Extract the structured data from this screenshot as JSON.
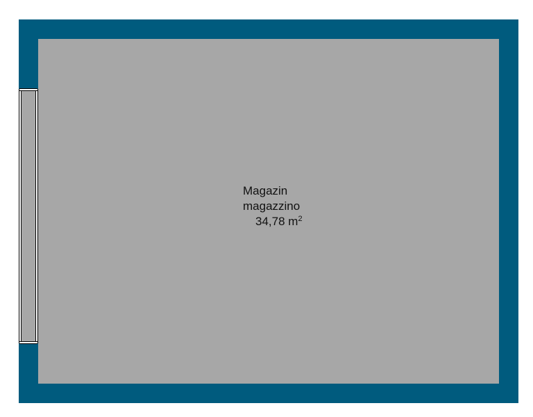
{
  "room": {
    "name": "Magazin",
    "type": "magazzino",
    "area_value": "34,78 m",
    "area_exponent": "2"
  },
  "colors": {
    "wall": "#005b7e",
    "floor": "#a7a7a7",
    "text": "#111111"
  }
}
